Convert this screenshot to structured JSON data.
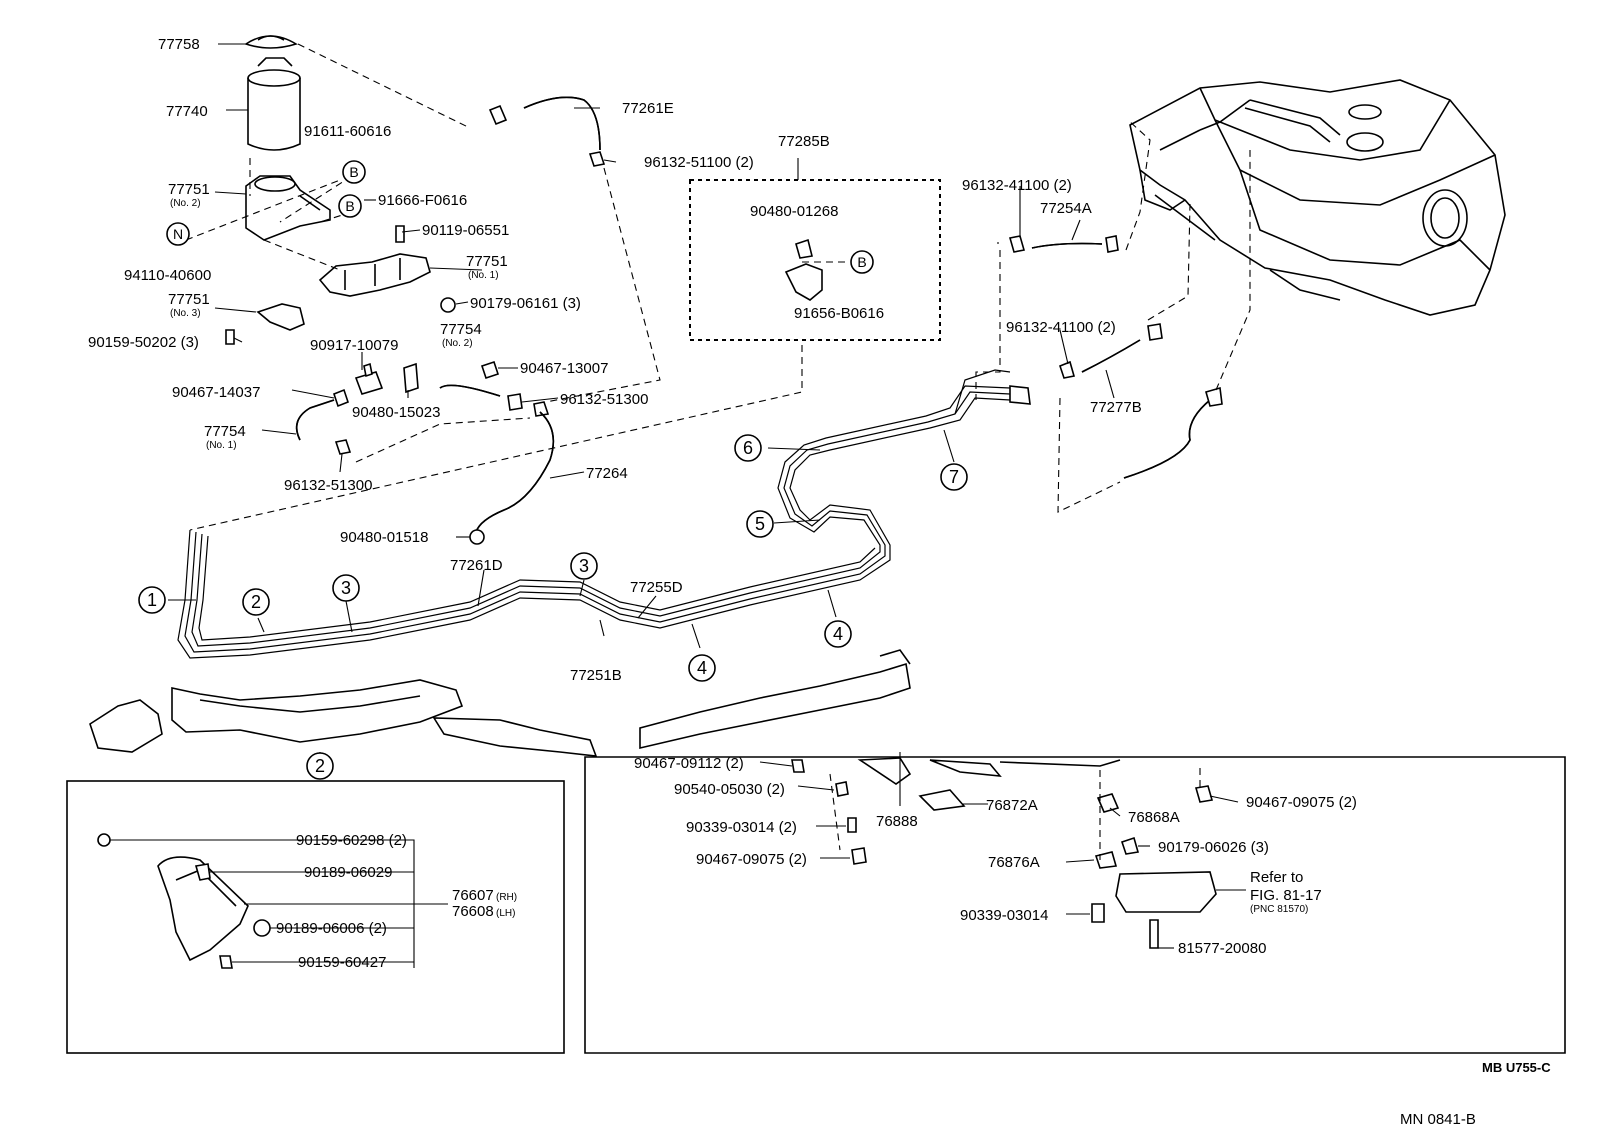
{
  "labels": {
    "p77758": "77758",
    "p77740": "77740",
    "p91611": "91611-60616",
    "p77751_no2": "77751",
    "p77751_no2_sub": "(No. 2)",
    "p91666": "91666-F0616",
    "p90119": "90119-06551",
    "p94110": "94110-40600",
    "p77751_no1": "77751",
    "p77751_no1_sub": "(No. 1)",
    "p90179_06161": "90179-06161 (3)",
    "p77751_no3": "77751",
    "p77751_no3_sub": "(No. 3)",
    "p90159_50202": "90159-50202 (3)",
    "p90917": "90917-10079",
    "p77754_no2": "77754",
    "p77754_no2_sub": "(No. 2)",
    "p90467_13007": "90467-13007",
    "p90467_14037": "90467-14037",
    "p90480_15023": "90480-15023",
    "p96132_51300a": "96132-51300",
    "p77754_no1": "77754",
    "p77754_no1_sub": "(No. 1)",
    "p96132_51300b": "96132-51300",
    "p77264": "77264",
    "p90480_01518": "90480-01518",
    "p77261E": "77261E",
    "p96132_51100": "96132-51100 (2)",
    "p77285B": "77285B",
    "p90480_01268": "90480-01268",
    "p91656": "91656-B0616",
    "p96132_41100a": "96132-41100 (2)",
    "p77254A": "77254A",
    "p96132_41100b": "96132-41100 (2)",
    "p77277B": "77277B",
    "p77261D": "77261D",
    "p77255D": "77255D",
    "p77251B": "77251B",
    "p90467_09112": "90467-09112 (2)",
    "p90540": "90540-05030 (2)",
    "p90339_03014a": "90339-03014 (2)",
    "p90467_09075a": "90467-09075 (2)",
    "p76888": "76888",
    "p76872A": "76872A",
    "p76868A": "76868A",
    "p90467_09075b": "90467-09075 (2)",
    "p90179_06026": "90179-06026 (3)",
    "p76876A": "76876A",
    "p90339_03014b": "90339-03014",
    "p81577": "81577-20080",
    "refer_to": "Refer to",
    "refer_fig": "FIG. 81-17",
    "refer_pnc": "(PNC 81570)",
    "p90159_60298": "90159-60298 (2)",
    "p90189_06029": "90189-06029",
    "p76607": "76607",
    "p76607_side": "(RH)",
    "p76608": "76608",
    "p76608_side": "(LH)",
    "p90189_06006": "90189-06006 (2)",
    "p90159_60427": "90159-60427",
    "code_mbu": "MB U755-C",
    "code_mn": "MN 0841-B"
  },
  "letters": {
    "B": "B",
    "N": "N"
  },
  "callouts": {
    "c1": "1",
    "c2": "2",
    "c3": "3",
    "c4": "4",
    "c5": "5",
    "c6": "6",
    "c7": "7"
  }
}
